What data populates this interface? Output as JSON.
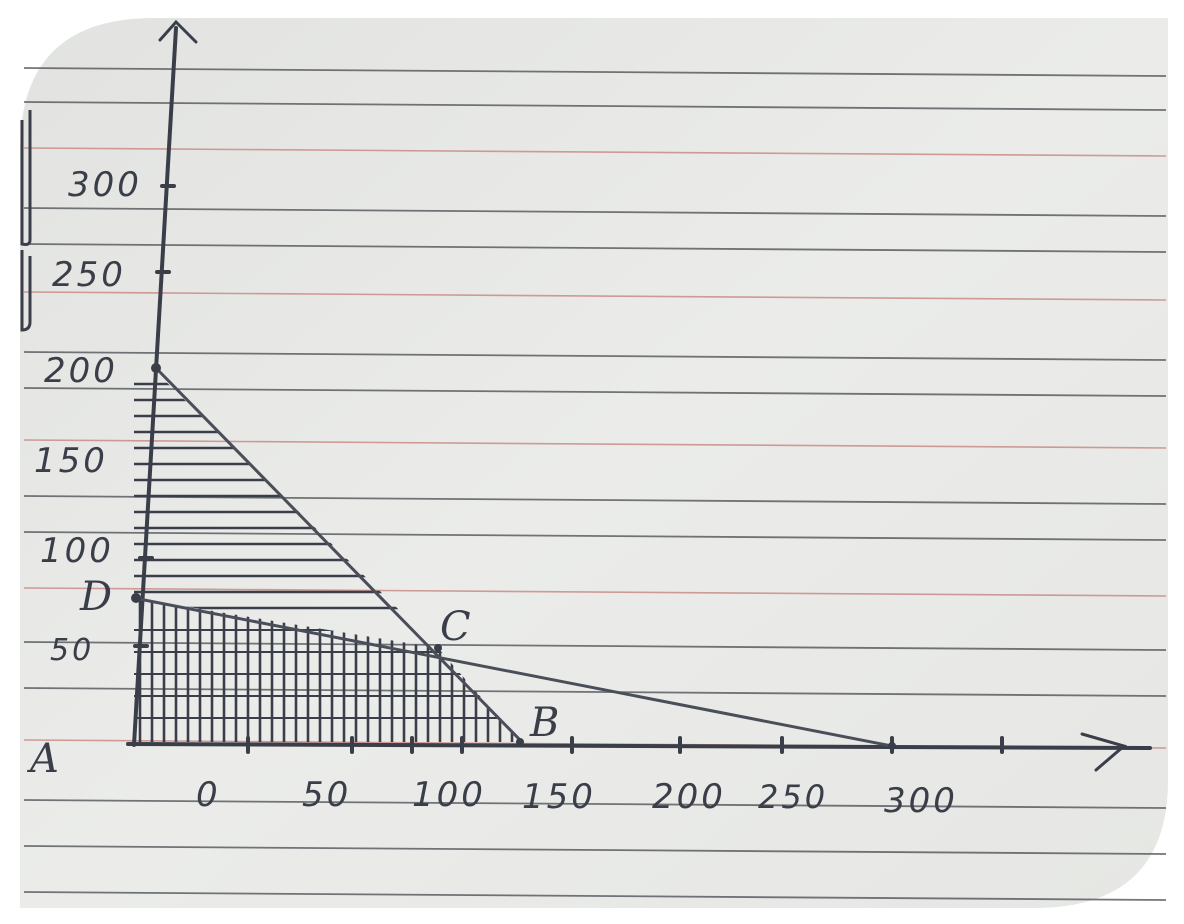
{
  "graph": {
    "x_ticks": [
      "0",
      "50",
      "100",
      "150",
      "200",
      "250",
      "300"
    ],
    "y_ticks": [
      "300",
      "250",
      "200",
      "150",
      "100",
      "50"
    ],
    "points": {
      "A": "A",
      "B": "B",
      "C": "C",
      "D": "D"
    }
  },
  "colors": {
    "paper": "#e9eae7",
    "rule_line": "#5a5d62",
    "margin_rule": "#c98c86",
    "ink": "#3a3e48"
  }
}
